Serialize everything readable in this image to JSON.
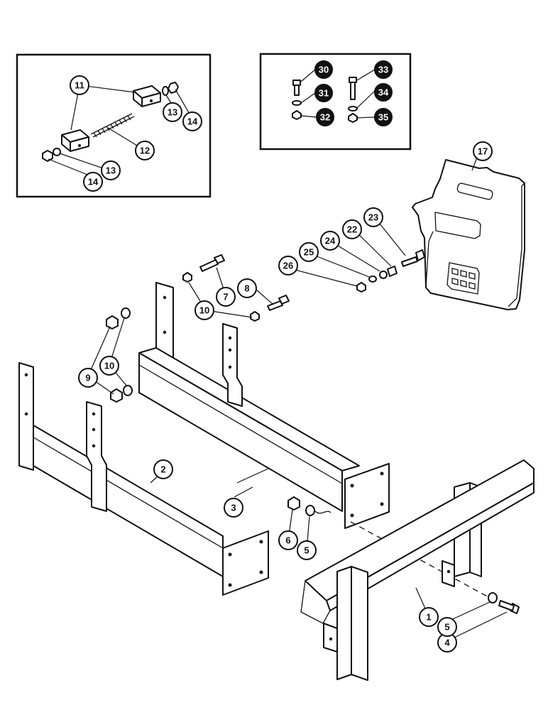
{
  "callouts": {
    "c1": "1",
    "c2": "2",
    "c3": "3",
    "c4": "4",
    "c5a": "5",
    "c5b": "5",
    "c6": "6",
    "c7": "7",
    "c8": "8",
    "c9": "9",
    "c10a": "10",
    "c10b": "10",
    "c11": "11",
    "c12": "12",
    "c13a": "13",
    "c13b": "13",
    "c14a": "14",
    "c14b": "14",
    "c17": "17",
    "c22": "22",
    "c23": "23",
    "c24": "24",
    "c25": "25",
    "c26": "26",
    "c30": "30",
    "c31": "31",
    "c32": "32",
    "c33": "33",
    "c34": "34",
    "c35": "35"
  },
  "colors": {
    "line": "#111111",
    "background": "#ffffff"
  }
}
